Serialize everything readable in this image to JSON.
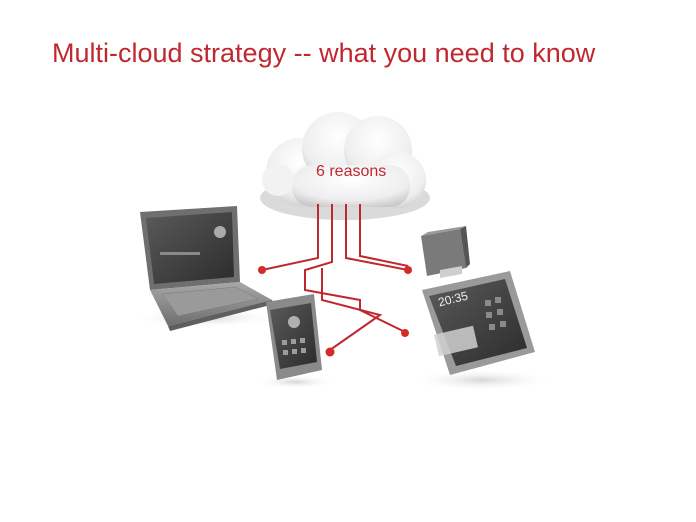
{
  "title": "Multi-cloud strategy -- what you need to know",
  "cloud_label": "6 reasons",
  "tablet_clock": "20:35",
  "colors": {
    "accent": "#c0282f",
    "device_gray": "#8e8e8e",
    "screen_dark": "#3a3a3a"
  },
  "icons": [
    "cloud-icon",
    "laptop-icon",
    "router-icon",
    "smartphone-icon",
    "tablet-icon"
  ]
}
